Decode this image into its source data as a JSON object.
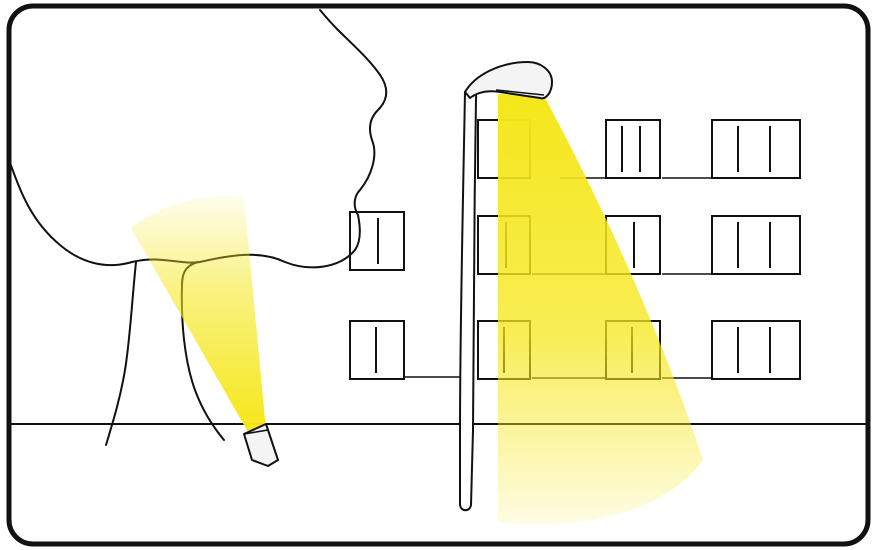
{
  "colors": {
    "frame_stroke": "#111111",
    "line": "#111111",
    "background": "#ffffff",
    "light_beam": "#f5e71a",
    "lamp_fill": "#f4f4f4"
  },
  "scene": {
    "tree": {
      "icon": "tree-outline"
    },
    "building": {
      "window_rows": 3,
      "window_columns": 4
    },
    "street_lamp": {
      "icon": "street-lamp",
      "beam": "downward-cone"
    },
    "ground_uplight": {
      "icon": "ground-spotlight",
      "beam": "upward-cone"
    }
  }
}
